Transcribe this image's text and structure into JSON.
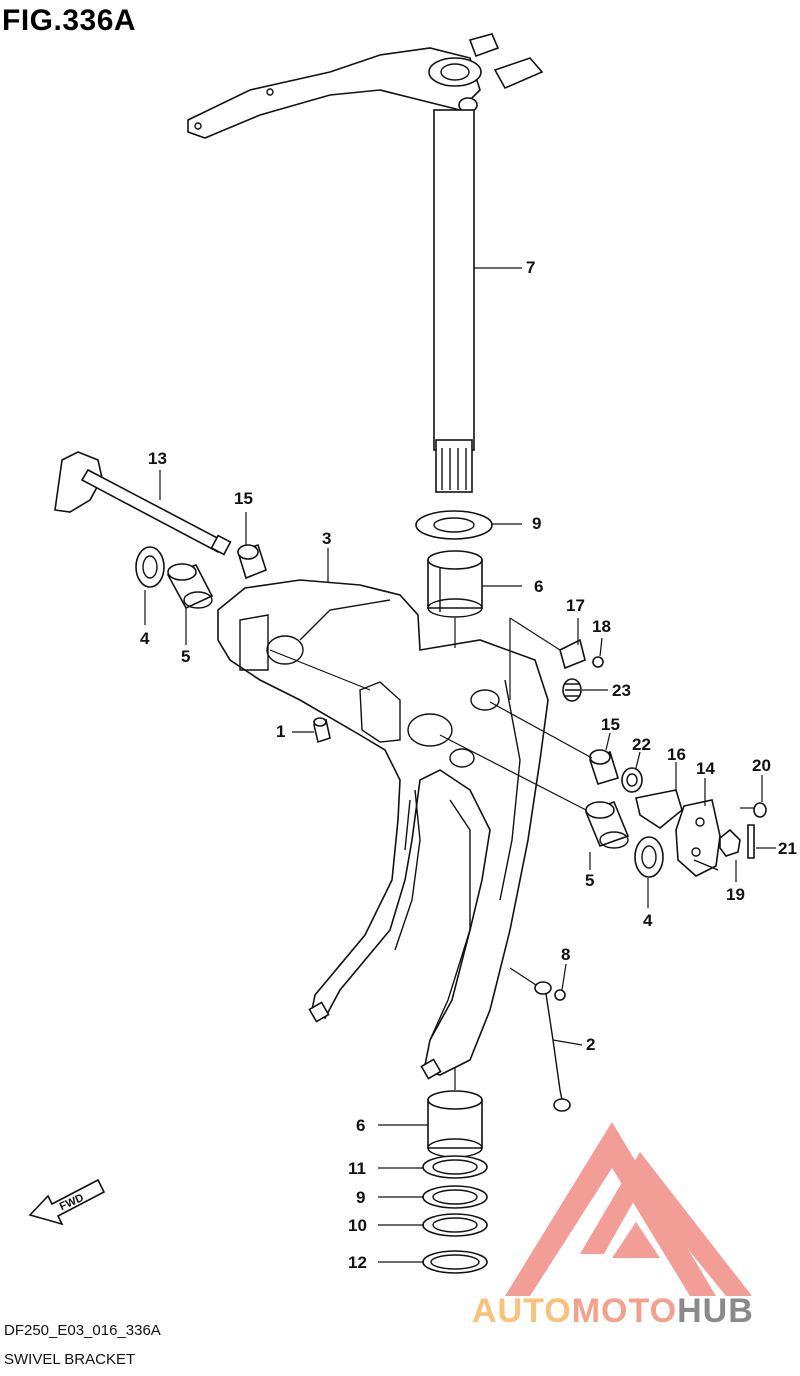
{
  "figure": {
    "title": "FIG.336A",
    "code": "DF250_E03_016_336A",
    "caption": "SWIVEL BRACKET"
  },
  "fwd_label": "FWD",
  "watermark": {
    "text_a": "AUTO",
    "text_b": "MOTO",
    "text_c": "HUB",
    "color_a": "#f9c27a",
    "color_b": "#f4a08a",
    "color_c": "#8a8a8a",
    "logo_color": "#f08c84"
  },
  "callouts": [
    {
      "id": "7",
      "text": "7"
    },
    {
      "id": "13",
      "text": "13"
    },
    {
      "id": "15a",
      "text": "15"
    },
    {
      "id": "3",
      "text": "3"
    },
    {
      "id": "9a",
      "text": "9"
    },
    {
      "id": "6a",
      "text": "6"
    },
    {
      "id": "4a",
      "text": "4"
    },
    {
      "id": "5a",
      "text": "5"
    },
    {
      "id": "17",
      "text": "17"
    },
    {
      "id": "18",
      "text": "18"
    },
    {
      "id": "23",
      "text": "23"
    },
    {
      "id": "1",
      "text": "1"
    },
    {
      "id": "15b",
      "text": "15"
    },
    {
      "id": "22",
      "text": "22"
    },
    {
      "id": "16",
      "text": "16"
    },
    {
      "id": "14",
      "text": "14"
    },
    {
      "id": "20",
      "text": "20"
    },
    {
      "id": "21",
      "text": "21"
    },
    {
      "id": "19",
      "text": "19"
    },
    {
      "id": "5b",
      "text": "5"
    },
    {
      "id": "4b",
      "text": "4"
    },
    {
      "id": "8",
      "text": "8"
    },
    {
      "id": "2",
      "text": "2"
    },
    {
      "id": "6b",
      "text": "6"
    },
    {
      "id": "11",
      "text": "11"
    },
    {
      "id": "9b",
      "text": "9"
    },
    {
      "id": "10",
      "text": "10"
    },
    {
      "id": "12",
      "text": "12"
    }
  ]
}
